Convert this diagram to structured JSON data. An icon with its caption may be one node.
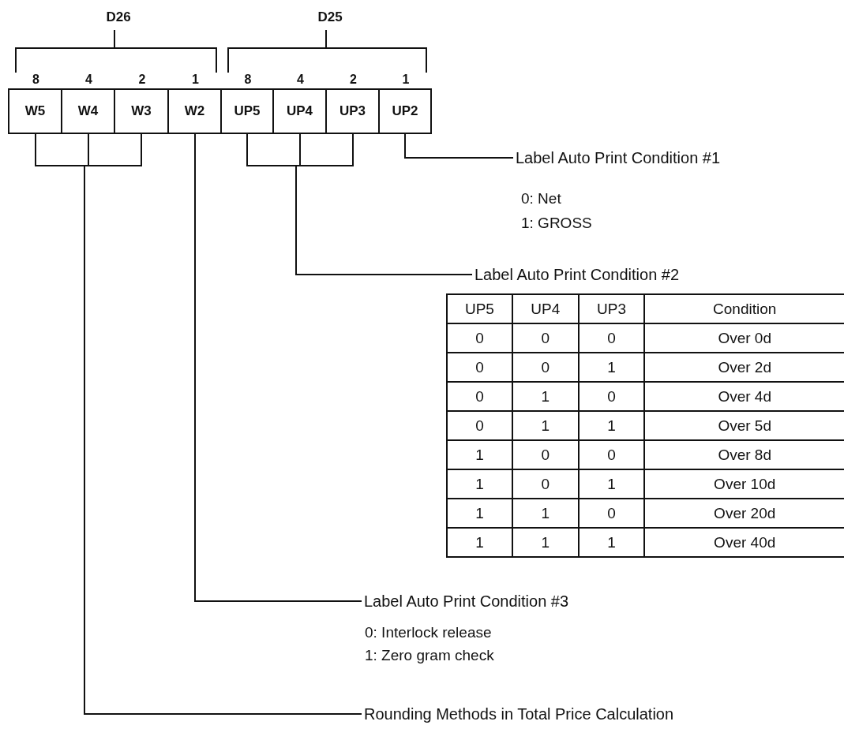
{
  "diagram": {
    "nodes": [
      {
        "text": [
          "W5"
        ]
      },
      {
        "text": [
          "W4"
        ]
      },
      {
        "text": [
          "W3"
        ]
      },
      {
        "text": [
          "W2"
        ]
      },
      {
        "text": [
          "UP5"
        ]
      },
      {
        "text": [
          "UP4"
        ]
      },
      {
        "text": [
          "UP3"
        ]
      },
      {
        "text": [
          "UP2"
        ]
      },
      {
        "text": [
          "Label Auto Print Condition #1"
        ],
        "beside": [
          "0: Net",
          "1: GROSS"
        ]
      },
      {
        "text": [
          "Label Auto Print Condition #2"
        ]
      },
      {
        "text": [
          "Label Auto Print Condition #3"
        ],
        "beside": [
          "0: Interlock release",
          "1: Zero gram check"
        ]
      },
      {
        "text": [
          "Rounding Methods in Total Price Calculation"
        ]
      }
    ],
    "edges": [
      {
        "from": 7,
        "to": 8,
        "arrow": "none"
      },
      {
        "from": 4,
        "to": 9,
        "arrow": "none"
      },
      {
        "from": 5,
        "to": 9,
        "arrow": "none"
      },
      {
        "from": 6,
        "to": 9,
        "arrow": "none"
      },
      {
        "from": 3,
        "to": 10,
        "arrow": "none"
      },
      {
        "from": 0,
        "to": 11,
        "arrow": "none"
      },
      {
        "from": 1,
        "to": 11,
        "arrow": "none"
      },
      {
        "from": 2,
        "to": 11,
        "arrow": "none"
      }
    ],
    "labels": [
      "D26",
      "D25",
      "8",
      "4",
      "2",
      "1",
      "8",
      "4",
      "2",
      "1",
      "UP5",
      "UP4",
      "UP3",
      "Condition",
      "0",
      "0",
      "0",
      "Over 0d",
      "0",
      "0",
      "1",
      "Over 2d",
      "0",
      "1",
      "0",
      "Over 4d",
      "0",
      "1",
      "1",
      "Over 5d",
      "1",
      "0",
      "0",
      "Over 8d",
      "1",
      "0",
      "1",
      "Over 10d",
      "1",
      "1",
      "0",
      "Over 20d",
      "1",
      "1",
      "1",
      "Over 40d"
    ]
  }
}
